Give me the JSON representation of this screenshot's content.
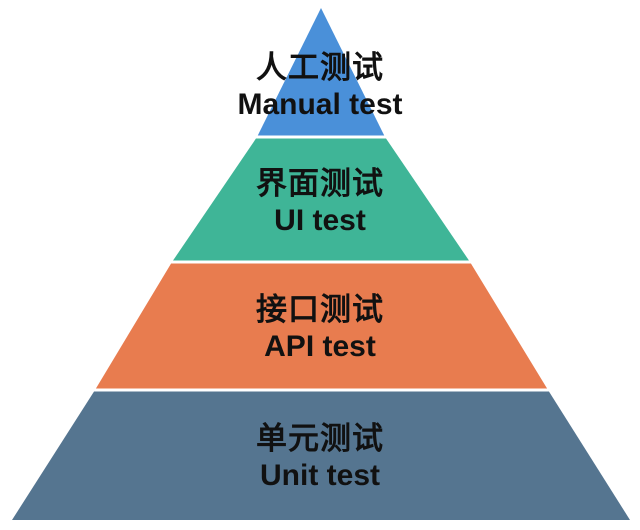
{
  "pyramid": {
    "tiers": [
      {
        "zh": "人工测试",
        "en": "Manual test",
        "color": "#4a90d9"
      },
      {
        "zh": "界面测试",
        "en": "UI test",
        "color": "#3fb597"
      },
      {
        "zh": "接口测试",
        "en": "API test",
        "color": "#e87c4f"
      },
      {
        "zh": "单元测试",
        "en": "Unit test",
        "color": "#557590"
      }
    ],
    "separator_color": "#ffffff"
  }
}
